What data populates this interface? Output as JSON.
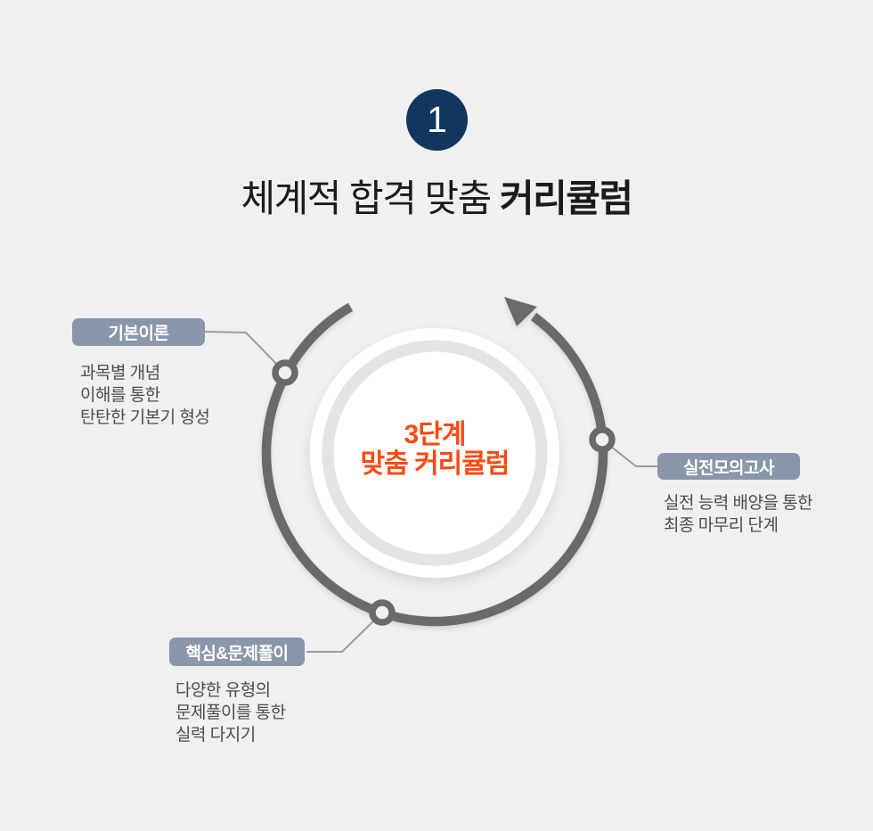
{
  "badge": {
    "number": "1"
  },
  "title": {
    "regular": "체계적 합격 맞춤 ",
    "bold": "커리큘럼"
  },
  "center": {
    "line1": "3단계",
    "line2": "맞춤 커리큘럼"
  },
  "steps": [
    {
      "id": "basic-theory",
      "label": "기본이론",
      "desc_lines": [
        "과목별 개념",
        "이해를 통한",
        "탄탄한 기본기 형성"
      ]
    },
    {
      "id": "mock-exam",
      "label": "실전모의고사",
      "desc_lines": [
        "실전 능력 배양을 통한",
        "최종 마무리 단계"
      ]
    },
    {
      "id": "core-problem-solving",
      "label": "핵심&문제풀이",
      "desc_lines": [
        "다양한 유형의",
        "문제풀이를 통한",
        "실력 다지기"
      ]
    }
  ],
  "colors": {
    "background": "#eff0f1",
    "badge_navy": "#12365e",
    "label_slate": "#8a96aa",
    "accent_orange": "#fb4a12",
    "arc_gray": "#6a6a6a",
    "inner_ring_gray": "#e3e4e5",
    "title_dark": "#1b1b1b",
    "desc_gray": "#4d4d4d",
    "connector_gray": "#9c9c9c",
    "disc_white": "#ffffff"
  }
}
